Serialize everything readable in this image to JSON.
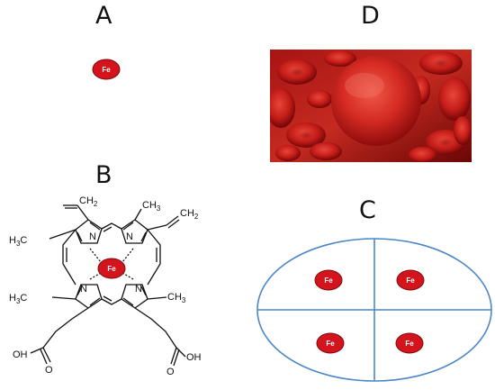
{
  "panels": {
    "a": {
      "label": "A"
    },
    "b": {
      "label": "B"
    },
    "c": {
      "label": "C"
    },
    "d": {
      "label": "D"
    }
  },
  "fe_label": "Fe",
  "structure_atoms": {
    "n": "N",
    "ch2": "CH",
    "ch2_sub": "2",
    "ch3": "CH",
    "ch3_sub": "3",
    "h3c": "H",
    "h3c_sub": "3",
    "h3c_c": "C",
    "oh": "OH",
    "o": "O"
  },
  "colors": {
    "fe_fill": "#d4141c",
    "fe_stroke": "#7a0a0e",
    "divider_blue": "#4a86c8",
    "cell_red": "#c81e1e",
    "cell_dark": "#5a0608"
  }
}
